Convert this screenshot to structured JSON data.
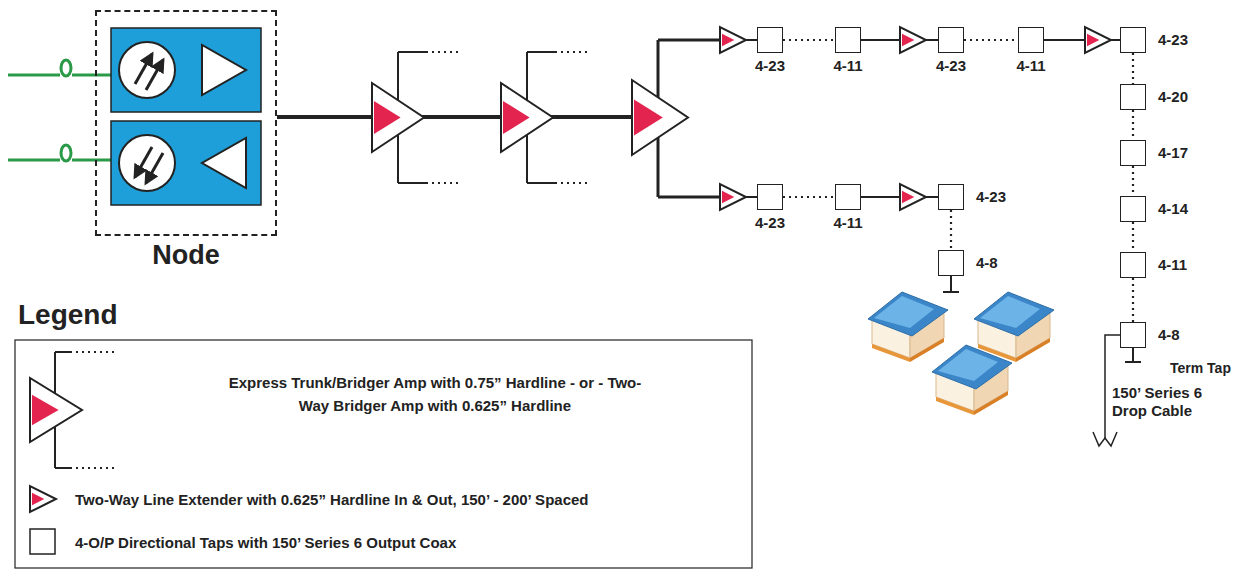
{
  "diagram": {
    "nodes": [
      {
        "text": [
          "Node"
        ]
      },
      {
        "text": [
          "4-23"
        ]
      },
      {
        "text": [
          "4-11"
        ]
      },
      {
        "text": [
          "4-23"
        ]
      },
      {
        "text": [
          "4-11"
        ]
      },
      {
        "text": [
          "4-23"
        ]
      },
      {
        "text": [
          "4-20"
        ]
      },
      {
        "text": [
          "4-17"
        ]
      },
      {
        "text": [
          "4-14"
        ]
      },
      {
        "text": [
          "4-11"
        ]
      },
      {
        "text": [
          "4-8"
        ]
      },
      {
        "text": [
          "4-23"
        ]
      },
      {
        "text": [
          "4-11"
        ]
      },
      {
        "text": [
          "4-23"
        ]
      },
      {
        "text": [
          "4-8"
        ]
      }
    ],
    "edges": [
      {
        "from": 1,
        "to": 2,
        "arrow": "none"
      },
      {
        "from": 3,
        "to": 4,
        "arrow": "none"
      },
      {
        "from": 5,
        "to": 6,
        "arrow": "none"
      },
      {
        "from": 6,
        "to": 7,
        "arrow": "none"
      },
      {
        "from": 7,
        "to": 8,
        "arrow": "none"
      },
      {
        "from": 8,
        "to": 9,
        "arrow": "none"
      },
      {
        "from": 9,
        "to": 10,
        "arrow": "none"
      },
      {
        "from": 11,
        "to": 12,
        "arrow": "none"
      },
      {
        "from": 13,
        "to": 14,
        "arrow": "none"
      }
    ],
    "labels": [
      "Legend",
      "Term Tap",
      "150’ Series 6 Drop Cable"
    ],
    "legend": [
      {
        "text": "Express Trunk/Bridger Amp with 0.75” Hardline - or - Two-Way Bridger Amp with 0.625” Hardline"
      },
      {
        "text": "Two-Way Line Extender with 0.625” Hardline In & Out, 150’ - 200’ Spaced"
      },
      {
        "text": "4-O/P Directional Taps with 150’ Series 6 Output Coax"
      }
    ]
  }
}
